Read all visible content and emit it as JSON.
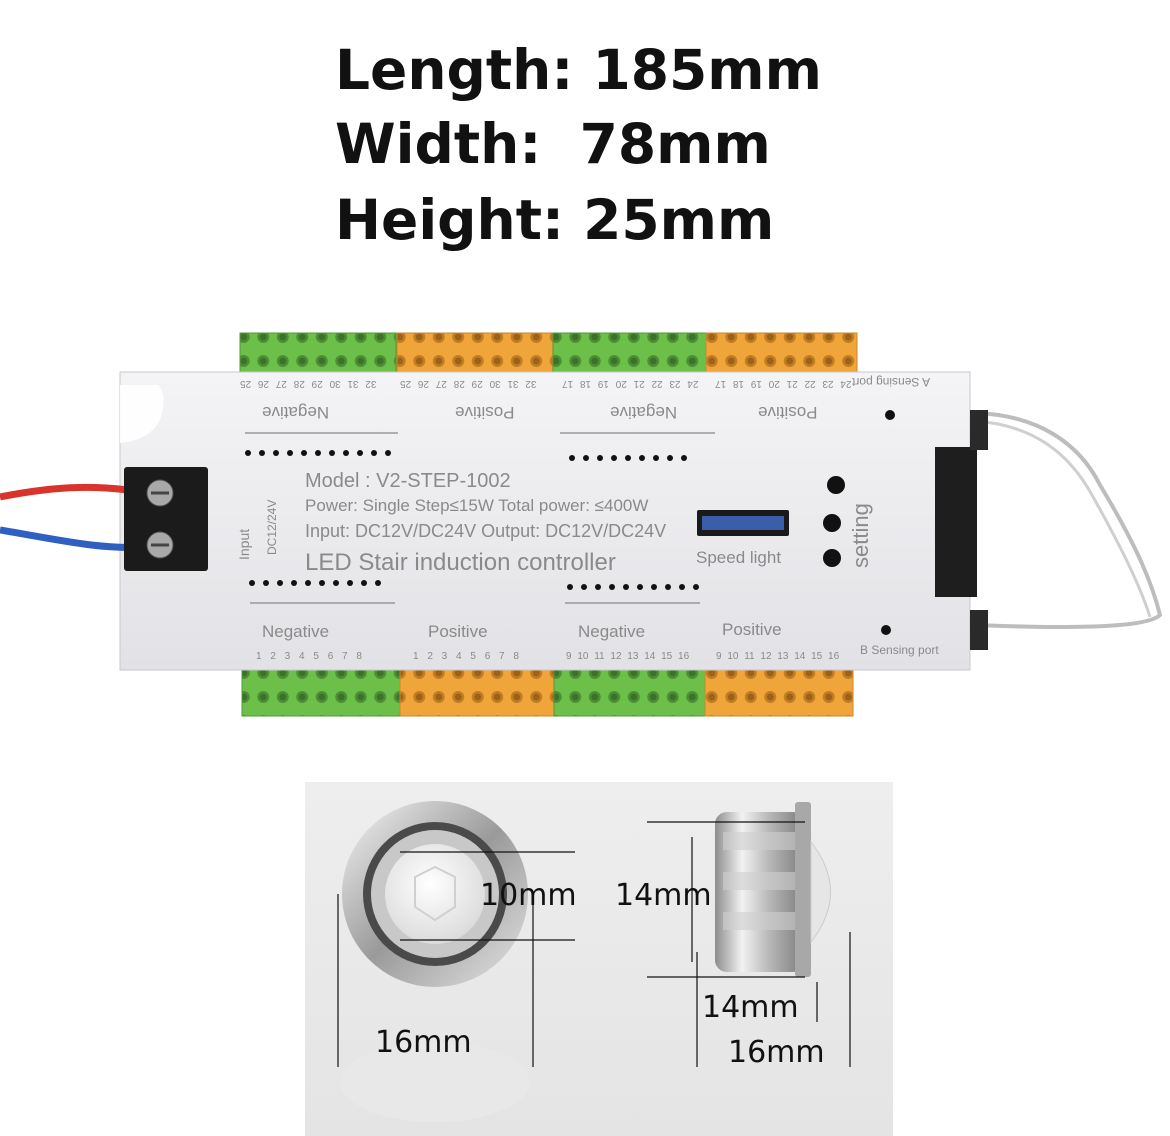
{
  "specs": {
    "length": "Length: 185mm",
    "width": "Width:  78mm",
    "height": "Height: 25mm"
  },
  "controller": {
    "model": "Model : V2-STEP-1002",
    "power": "Power: Single Step≤15W Total power: ≤400W",
    "input": "Input: DC12V/DC24V Output: DC12V/DC24V",
    "title": "LED Stair induction controller",
    "speed_light": "Speed light",
    "setting": "setting",
    "input_label": "Input",
    "input_voltage": "DC12/24V",
    "a_sensing": "A Sensing port",
    "b_sensing": "B Sensing port",
    "top_labels": [
      "Negative",
      "Positive",
      "Negative",
      "Positive"
    ],
    "bottom_labels": [
      "Negative",
      "Positive",
      "Negative",
      "Positive"
    ],
    "top_numbers": [
      "32 31 30 29 28 27 26 25",
      "32 31 30 29 28 27 26 25",
      "24 23 22 21 20 19 18 17",
      "24 23 22 21 20 19 18 17"
    ],
    "bottom_numbers": [
      "1 2 3 4 5 6 7 8",
      "1 2 3 4 5 6 7 8",
      "9 10 11 12 13 14 15 16",
      "9 10 11 12 13 14 15 16"
    ],
    "colors": {
      "green_terminal": "#6cc04a",
      "orange_terminal": "#f0a53a",
      "housing": "#efeff1"
    }
  },
  "sensor": {
    "dim_10": "10mm",
    "dim_14_top": "14mm",
    "dim_14_bottom": "14mm",
    "dim_16_left": "16mm",
    "dim_16_right": "16mm"
  }
}
